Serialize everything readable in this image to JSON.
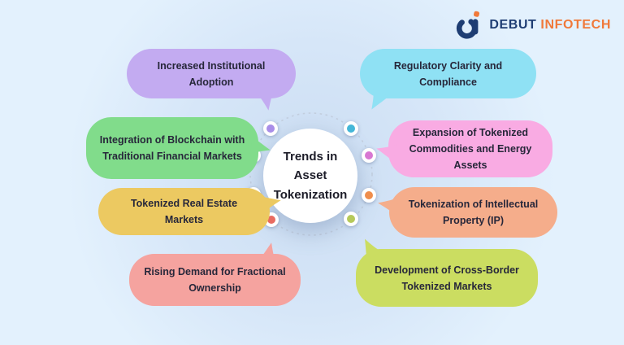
{
  "logo": {
    "word1": "DEBUT",
    "word2": "INFOTECH",
    "navy": "#1e3d73",
    "orange": "#f0793a"
  },
  "center": {
    "title": "Trends in Asset Tokenization"
  },
  "palette": {
    "background": "#e3f1fd",
    "ring_dash": "#c3cfdf",
    "label_text": "#27273a"
  },
  "bubbles": [
    {
      "label": "Increased Institutional Adoption",
      "color": "#c3abf1",
      "dot": "#a98ee8"
    },
    {
      "label": "Regulatory Clarity and Compliance",
      "color": "#8fe1f4",
      "dot": "#45b7d8"
    },
    {
      "label": "Integration of Blockchain with Traditional Financial Markets",
      "color": "#81dc8b",
      "dot": "#57ba6b"
    },
    {
      "label": "Expansion of Tokenized Commodities and Energy Assets",
      "color": "#f9abe3",
      "dot": "#d878d2"
    },
    {
      "label": "Tokenized Real Estate Markets",
      "color": "#ecc961",
      "dot": "#f0c34a"
    },
    {
      "label": "Tokenization of Intellectual Property (IP)",
      "color": "#f5ad8b",
      "dot": "#ef8e4d"
    },
    {
      "label": "Rising Demand for Fractional Ownership",
      "color": "#f5a39f",
      "dot": "#e86b61"
    },
    {
      "label": "Development of Cross-Border Tokenized Markets",
      "color": "#cbdd61",
      "dot": "#b6c95a"
    }
  ]
}
